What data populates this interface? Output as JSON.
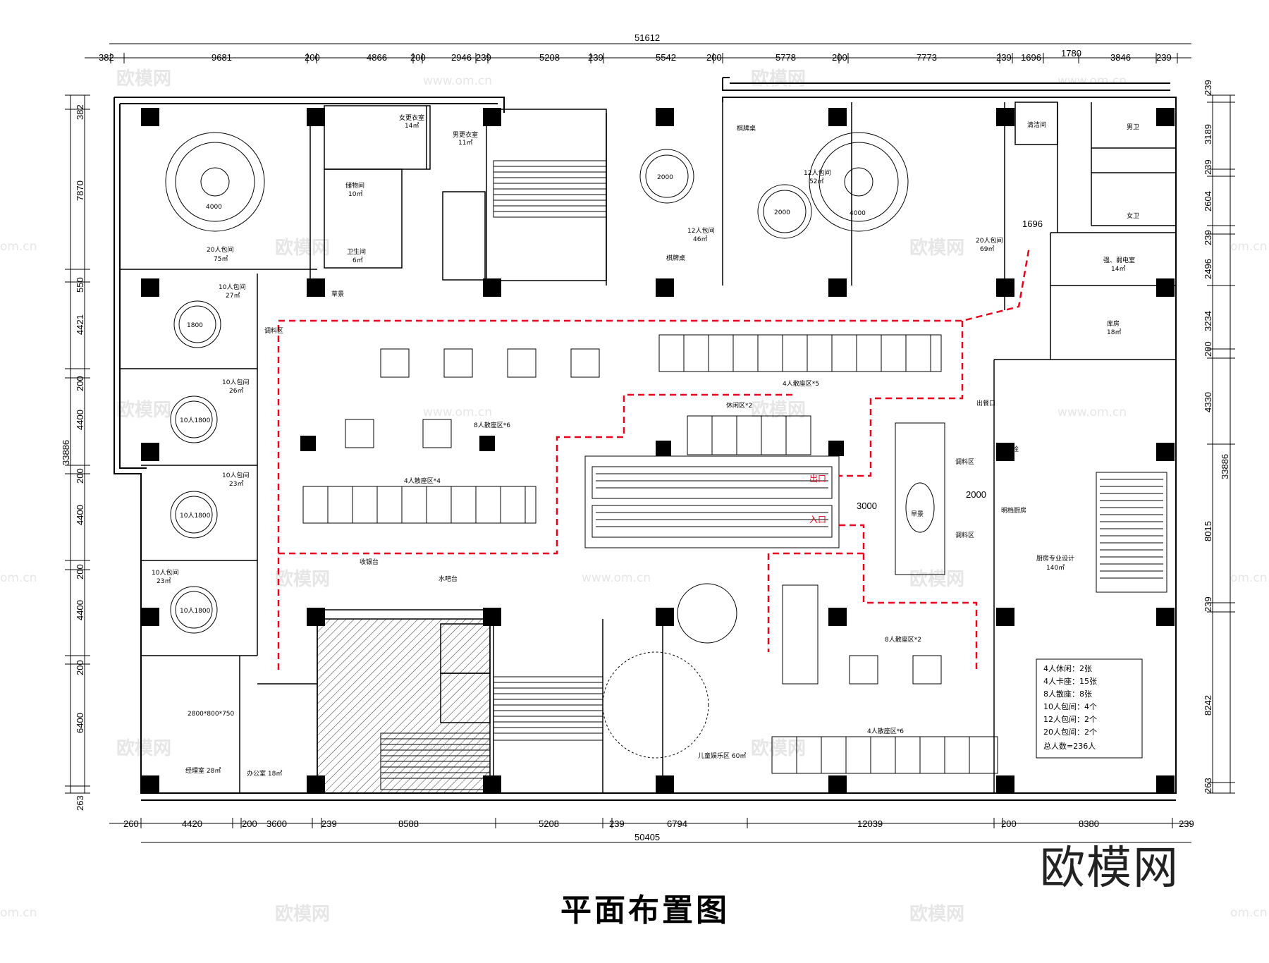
{
  "title": "平面布置图",
  "brand": "欧模网",
  "watermark": {
    "name": "欧模网",
    "url": "www.om.cn",
    "short": "om.cn"
  },
  "dims": {
    "top_total": "51612",
    "top": [
      "382",
      "9681",
      "200",
      "4866",
      "200",
      "2946",
      "239",
      "5208",
      "239",
      "5542",
      "200",
      "5778",
      "200",
      "7773",
      "239",
      "1696",
      "1780",
      "3846",
      "239"
    ],
    "bottom": [
      "260",
      "4420",
      "200",
      "3600",
      "239",
      "8588",
      "5208",
      "239",
      "6794",
      "12039",
      "200",
      "8380",
      "239"
    ],
    "bottom_total": "50405",
    "left_total": "33886",
    "left": [
      "382",
      "7870",
      "550",
      "4421",
      "200",
      "4400",
      "200",
      "4400",
      "200",
      "4400",
      "200",
      "6400",
      "263"
    ],
    "right_total": "33886",
    "right": [
      "239",
      "3189",
      "239",
      "2604",
      "239",
      "2496",
      "3234",
      "200",
      "4330",
      "8015",
      "239",
      "8242",
      "263"
    ]
  },
  "rooms": {
    "r20a": {
      "name": "20人包间",
      "area": "75㎡",
      "table": "4000"
    },
    "female_locker": {
      "name": "女更衣室",
      "area": "14㎡"
    },
    "male_locker": {
      "name": "男更衣室",
      "area": "11㎡"
    },
    "storage": {
      "name": "储物间",
      "area": "10㎡"
    },
    "wc_small": {
      "name": "卫生间",
      "area": "6㎡"
    },
    "scenery_a": "草景",
    "r12a": {
      "name": "12人包间",
      "area": "46㎡",
      "table": "2000",
      "card": "棋牌桌"
    },
    "r12b": {
      "name": "12人包间",
      "area": "52㎡",
      "table": "2000",
      "card": "棋牌桌"
    },
    "r20b": {
      "name": "20人包间",
      "area": "69㎡",
      "table": "4000"
    },
    "cleaning": "清洁间",
    "men_wc": "男卫",
    "women_wc": "女卫",
    "electric": {
      "name": "强、弱电室",
      "area": "14㎡"
    },
    "stockroom": {
      "name": "库房",
      "area": "18㎡"
    },
    "dim_1696": "1696",
    "r10a": {
      "name": "10人包间",
      "area": "27㎡",
      "table": "1800"
    },
    "r10b": {
      "name": "10人包间",
      "area": "26㎡",
      "table": "10人1800"
    },
    "r10c": {
      "name": "10人包间",
      "area": "23㎡",
      "table": "10人1800"
    },
    "r10d": {
      "name": "10人包间",
      "area": "23㎡",
      "table": "10人1800"
    },
    "manager": "经理室 28㎡",
    "office": "办公室 18㎡",
    "desk": "2800*800*750",
    "seasoning1": "调料区",
    "seasoning2": "调料区",
    "seasoning3": "调料区",
    "eight_a": "8人散座区*6",
    "four_a": "4人散座区*4",
    "four_b": "4人散座区*5",
    "leisure": "休闲区*2",
    "exit": "出口",
    "entry": "入口",
    "d3000": "3000",
    "d2000": "2000",
    "dry": "旱景",
    "serve": "出餐口",
    "open_kitchen": "明档厨房",
    "kitchen": {
      "name": "厨房专业设计",
      "area": "140㎡"
    },
    "fire": "消防栓",
    "cashier": "收银台",
    "bar": "水吧台",
    "kids": "儿童娱乐区 60㎡",
    "eight_b": "8人散座区*2",
    "four_c": "4人散座区*6"
  },
  "summary": [
    "4人休闲：2张",
    "4人卡座：15张",
    "8人散座：8张",
    "10人包间：4个",
    "12人包间：2个",
    "20人包间：2个",
    "总人数=236人"
  ]
}
